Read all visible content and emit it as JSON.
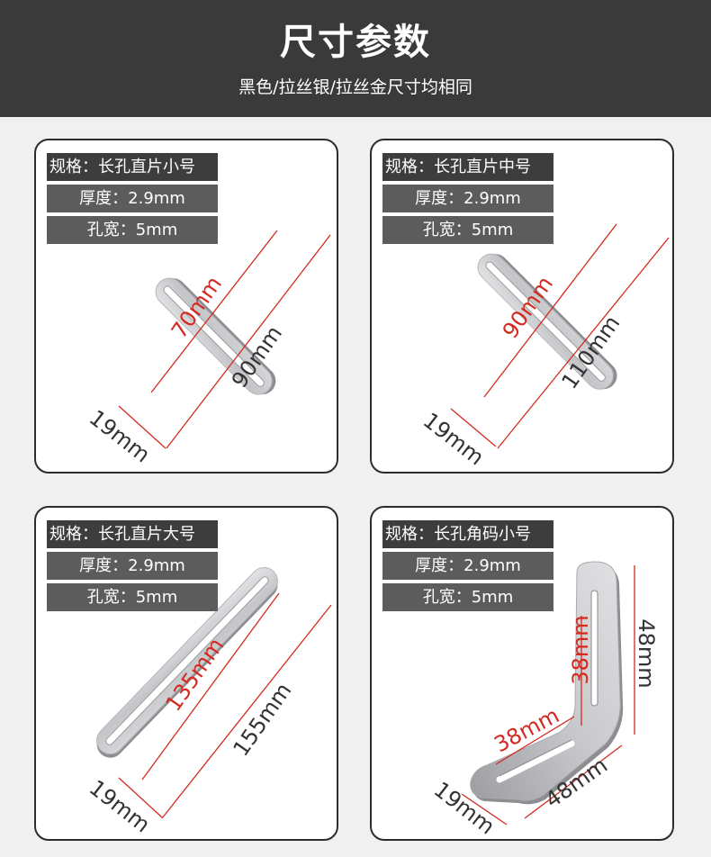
{
  "header": {
    "title": "尺寸参数",
    "subtitle": "黑色/拉丝银/拉丝金尺寸均相同"
  },
  "cards": [
    {
      "spec_name": "规格：长孔直片小号",
      "thickness": "厚度：2.9mm",
      "hole_width": "孔宽：5mm",
      "slot_length": "70mm",
      "total_length": "90mm",
      "width": "19mm"
    },
    {
      "spec_name": "规格：长孔直片中号",
      "thickness": "厚度：2.9mm",
      "hole_width": "孔宽：5mm",
      "slot_length": "90mm",
      "total_length": "110mm",
      "width": "19mm"
    },
    {
      "spec_name": "规格：长孔直片大号",
      "thickness": "厚度：2.9mm",
      "hole_width": "孔宽：5mm",
      "slot_length": "135mm",
      "total_length": "155mm",
      "width": "19mm"
    },
    {
      "spec_name": "规格：长孔角码小号",
      "thickness": "厚度：2.9mm",
      "hole_width": "孔宽：5mm",
      "slot_vertical": "38mm",
      "slot_horizontal": "38mm",
      "arm_vertical": "48mm",
      "arm_horizontal": "48mm",
      "width": "19mm"
    }
  ],
  "colors": {
    "header_bg": "#3a3a3a",
    "dimension_red": "#d42a1f",
    "steel": "#c9cacc"
  }
}
